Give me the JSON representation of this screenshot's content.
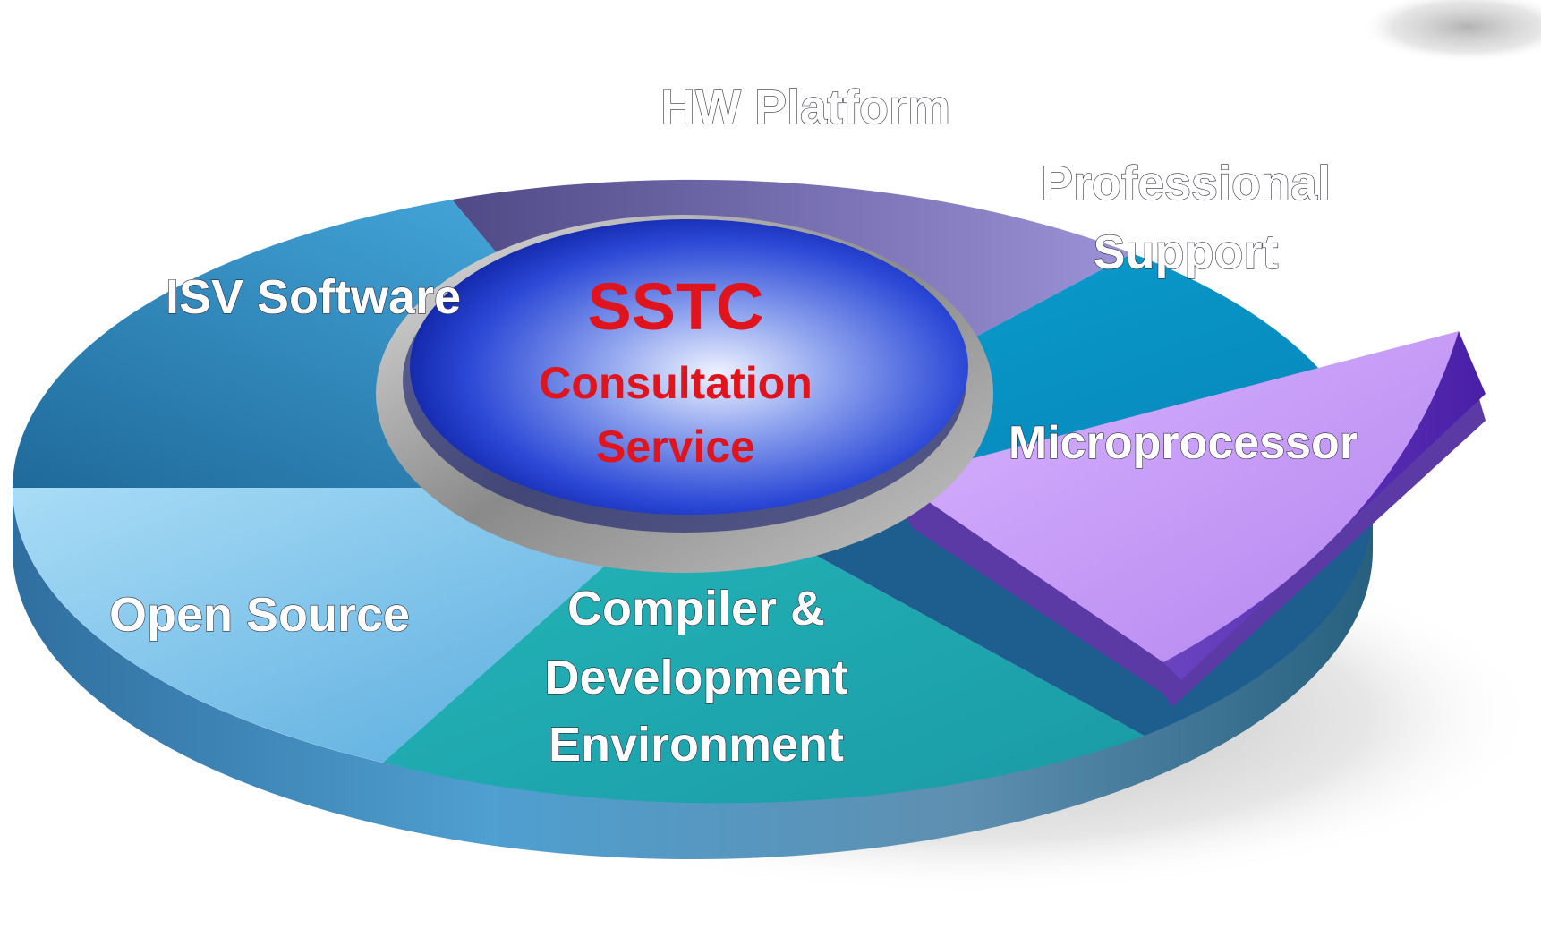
{
  "diagram": {
    "center": {
      "title": "SSTC",
      "line2": "Consultation",
      "line3": "Service"
    },
    "segments": [
      {
        "id": "hw_platform",
        "lines": [
          "HW Platform"
        ],
        "color": "#6f66a8"
      },
      {
        "id": "professional_support",
        "lines": [
          "Professional",
          "Support"
        ],
        "color": "#0b93c6"
      },
      {
        "id": "microprocessor",
        "lines": [
          "Microprocessor"
        ],
        "color": "#c79af4"
      },
      {
        "id": "compiler_dev_env",
        "lines": [
          "Compiler &",
          "Development",
          "Environment"
        ],
        "color": "#22b9be"
      },
      {
        "id": "open_source",
        "lines": [
          "Open Source"
        ],
        "color": "#6fbfe9"
      },
      {
        "id": "isv_software",
        "lines": [
          "ISV Software"
        ],
        "color": "#2f85bd"
      }
    ],
    "colors": {
      "hub_fill": "#1f37c9",
      "hub_rim": "#9a9a9a",
      "hub_text": "#e0141c",
      "label_text": "#ffffff"
    }
  }
}
